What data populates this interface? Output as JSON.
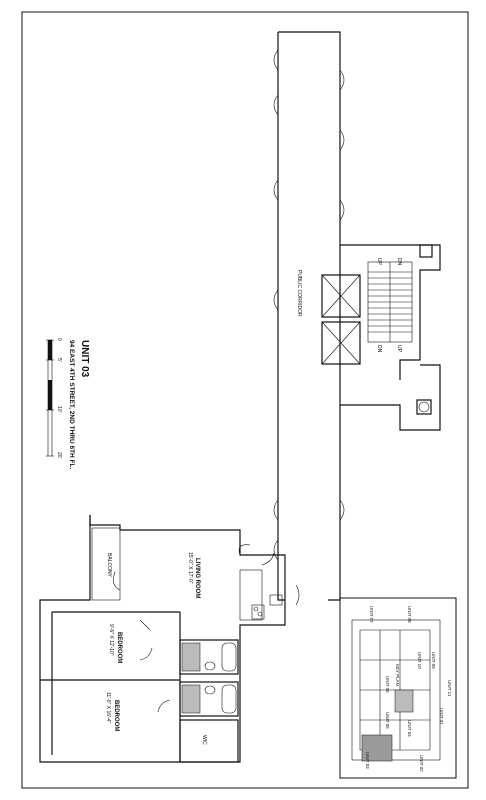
{
  "title": {
    "unit": "UNIT 03",
    "address": "94 EAST 4TH STREET, 2ND THRU 6TH FL."
  },
  "scale_bar": {
    "ticks": [
      "0",
      "5'",
      "10'",
      "20'"
    ]
  },
  "rooms": {
    "corridor": "PUBLIC CORRIDOR",
    "living_name": "LIVING ROOM",
    "living_dims": "15'-0\" X 17'-0\"",
    "balcony": "BALCONY",
    "bedroom1_name": "BEDROOM",
    "bedroom1_dims": "9'-6\" X 12'-10\"",
    "bedroom2_name": "BEDROOM",
    "bedroom2_dims": "11'-0\" X 16'-4\"",
    "wic": "WIC"
  },
  "stairs": {
    "up_a": "UP",
    "dn_a": "DN",
    "dn_b": "DN",
    "up_b": "UP"
  },
  "key_plan": {
    "title": "KEY PLAN",
    "units": [
      "UNIT 07",
      "UNIT 08",
      "UNIT 09",
      "UNIT 10",
      "UNIT 11",
      "UNIT 01",
      "UNIT 06",
      "UNIT 05",
      "UNIT 04",
      "UNIT 03",
      "UNIT 02"
    ]
  },
  "colors": {
    "ink": "#111111",
    "paper": "#ffffff",
    "tile": "#888888",
    "highlight": "#9a9a9a"
  }
}
